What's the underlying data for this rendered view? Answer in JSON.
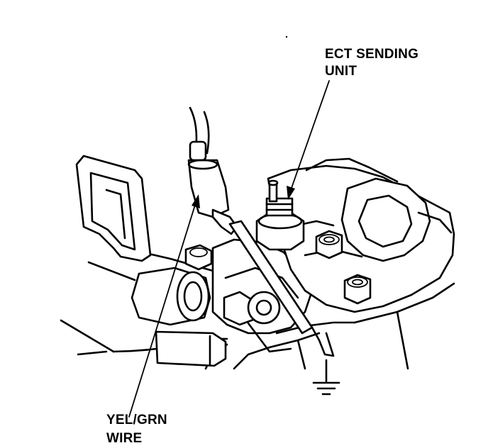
{
  "labels": {
    "ect_line1": "ECT SENDING",
    "ect_line2": "UNIT",
    "wire_line1": "YEL/GRN",
    "wire_line2": "WIRE"
  }
}
